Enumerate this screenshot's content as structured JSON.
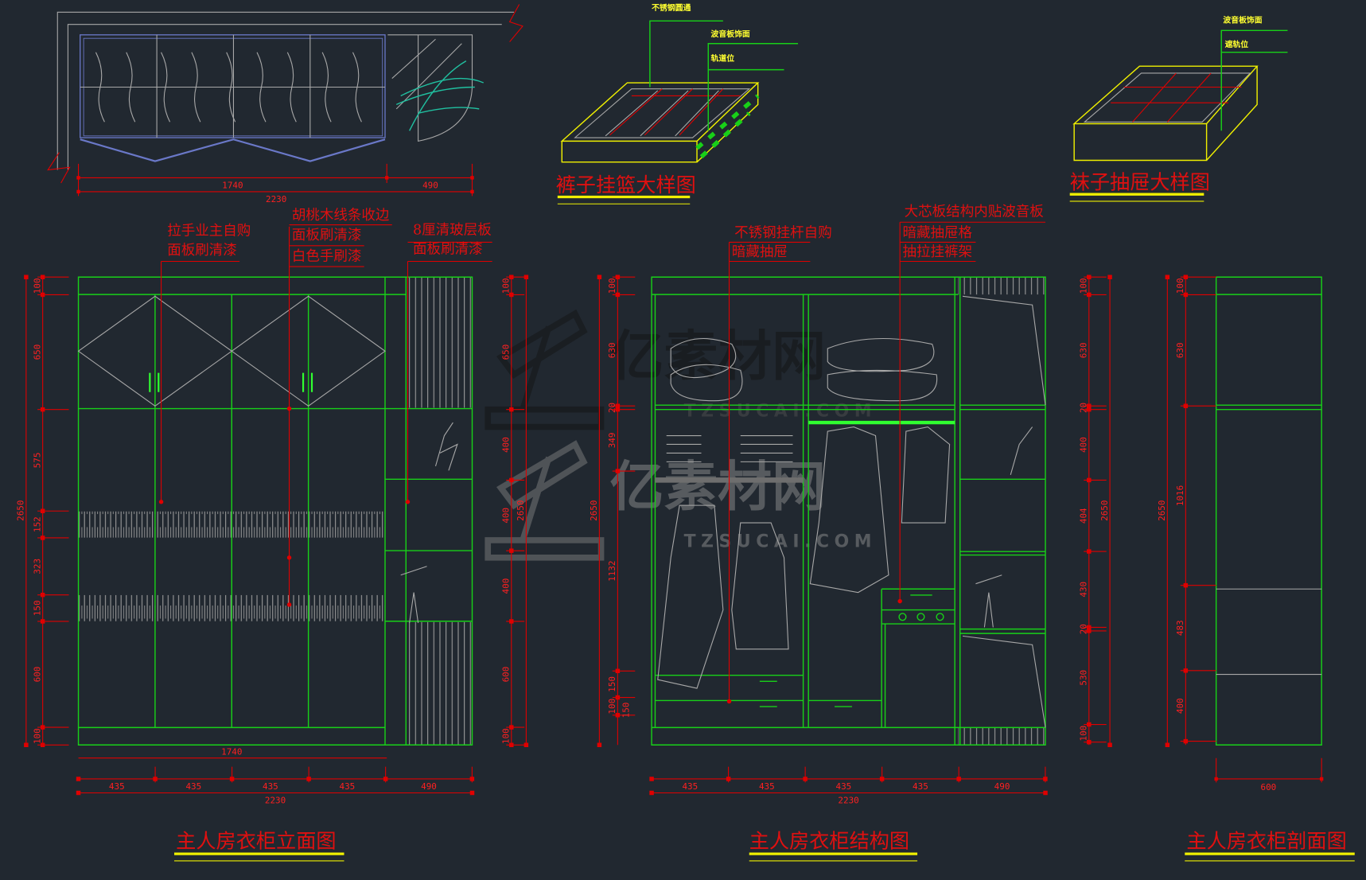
{
  "colors": {
    "background": "#212830",
    "line_green": "#18d018",
    "dim_red": "#e00000",
    "title_underline": "#f0f000",
    "detail_grey": "#a8a8a8"
  },
  "watermark": {
    "brand": "亿素材网",
    "url": "TZSUCAI.COM"
  },
  "plan": {
    "dims_top": [
      "1740",
      "490"
    ],
    "dim_total": "2230"
  },
  "pants_basket": {
    "title": "裤子挂篮大样图",
    "callouts": [
      "不锈钢圆通",
      "波音板饰面",
      "轨道位"
    ]
  },
  "sock_drawer": {
    "title": "袜子抽屉大样图",
    "callouts": [
      "波音板饰面",
      "遮轨位"
    ]
  },
  "elevation": {
    "title": "主人房衣柜立面图",
    "labels": {
      "handle": "拉手业主自购",
      "panel1": "面板刷清漆",
      "walnut": "胡桃木线条收边",
      "panel2": "面板刷清漆",
      "white": "白色手刷漆",
      "glass": "8厘清玻层板",
      "panel3": "面板刷清漆"
    },
    "dims_left": [
      "100",
      "650",
      "575",
      "152",
      "323",
      "150",
      "600",
      "100"
    ],
    "dims_left_values": [
      100,
      650,
      575,
      152,
      323,
      150,
      600,
      100
    ],
    "dims_right": [
      "100",
      "650",
      "400",
      "400",
      "400",
      "600",
      "100"
    ],
    "dims_right_values": [
      100,
      650,
      400,
      400,
      400,
      600,
      100
    ],
    "height_total": "2650",
    "dims_bottom": [
      "435",
      "435",
      "435",
      "435",
      "490"
    ],
    "dims_bottom_values": [
      435,
      435,
      435,
      435,
      490
    ],
    "width_sub": "1740",
    "width_total": "2230"
  },
  "structure": {
    "title": "主人房衣柜结构图",
    "labels": {
      "rod": "不锈钢挂杆自购",
      "hidden_drawer": "暗藏抽屉",
      "board": "大芯板结构内贴波音板",
      "hidden_grid": "暗藏抽屉格",
      "pants_rack": "抽拉挂裤架"
    },
    "dims_left": [
      "100",
      "630",
      "20",
      "349",
      "1132",
      "150",
      "100"
    ],
    "dims_left_values": [
      100,
      630,
      20,
      349,
      1132,
      150,
      100
    ],
    "dim_extra": "150",
    "dims_right": [
      "100",
      "630",
      "20",
      "400",
      "404",
      "430",
      "20",
      "530",
      "100"
    ],
    "dims_right_values": [
      100,
      630,
      20,
      400,
      404,
      430,
      20,
      530,
      100
    ],
    "height_total": "2650",
    "dims_bottom": [
      "435",
      "435",
      "435",
      "435",
      "490"
    ],
    "dims_bottom_values": [
      435,
      435,
      435,
      435,
      490
    ],
    "width_total": "2230"
  },
  "section": {
    "title": "主人房衣柜剖面图",
    "dims_left": [
      "100",
      "630",
      "1016",
      "483",
      "400"
    ],
    "dims_left_values": [
      100,
      630,
      1016,
      483,
      400
    ],
    "height_total": "2650",
    "depth": "600"
  }
}
